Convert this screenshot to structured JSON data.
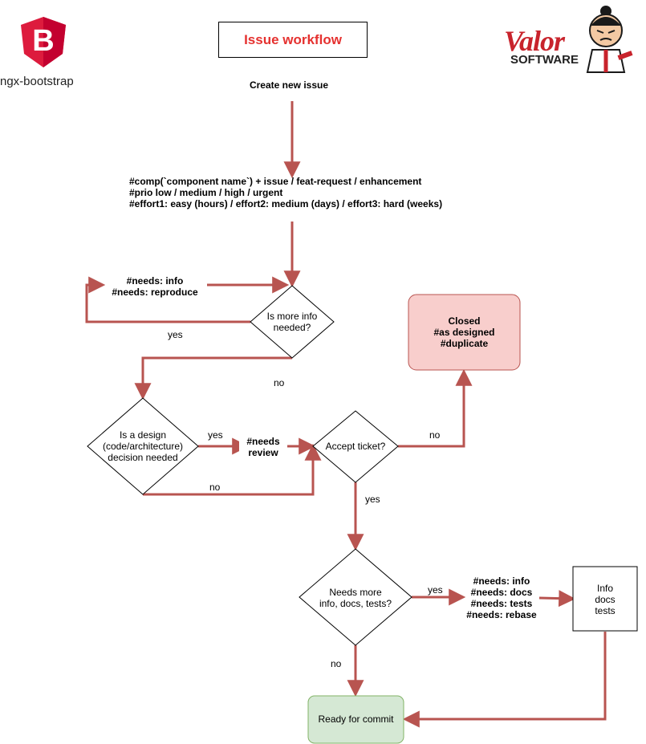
{
  "title": "Issue workflow",
  "logos": {
    "left_text": "ngx-bootstrap",
    "left_letter": "B",
    "right_brand": "Valor",
    "right_sub": "SOFTWARE"
  },
  "nodes": {
    "create": "Create new issue",
    "labels_lines": [
      "#comp(`component name`) + issue / feat-request / enhancement",
      "#prio low / medium / high / urgent",
      "#effort1: easy (hours) / effort2: medium (days) / effort3: hard (weeks)"
    ],
    "needs_info_lines": [
      "#needs: info",
      "#needs: reproduce"
    ],
    "more_info_lines": [
      "Is more info",
      "needed?"
    ],
    "closed_lines": [
      "Closed",
      "#as designed",
      "#duplicate"
    ],
    "design_lines": [
      "Is a design",
      "(code/architecture)",
      "decision needed"
    ],
    "needs_review_lines": [
      "#needs",
      "review"
    ],
    "accept": "Accept ticket?",
    "needs_more_lines": [
      "Needs more",
      "info, docs, tests?"
    ],
    "needs_list_lines": [
      "#needs: info",
      "#needs: docs",
      "#needs: tests",
      "#needs: rebase"
    ],
    "info_box_lines": [
      "Info",
      "docs",
      "tests"
    ],
    "ready": "Ready for commit"
  },
  "edge_labels": {
    "yes_more_info": "yes",
    "no_more_info": "no",
    "yes_design": "yes",
    "no_design": "no",
    "no_accept": "no",
    "yes_accept": "yes",
    "yes_needs_more": "yes",
    "no_needs_more": "no"
  },
  "colors": {
    "edge": "#b85450",
    "title": "#e5312f",
    "closed_fill": "#f8cecc",
    "closed_stroke": "#b85450",
    "ready_fill": "#d5e8d4",
    "ready_stroke": "#82b366",
    "bootstrap_red": "#dd1b3d"
  }
}
